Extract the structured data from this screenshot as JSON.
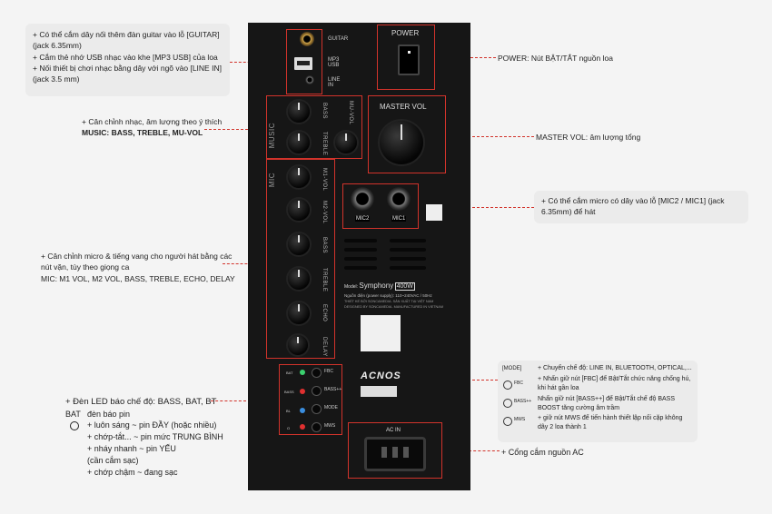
{
  "left": {
    "jacks": [
      "+ Có thể cắm dây nối thêm đàn guitar vào lỗ [GUITAR] (jack 6.35mm)",
      "+ Cắm thẻ nhớ USB nhạc vào khe [MP3 USB] của loa",
      "+ Nối thiết bị chơi nhạc bằng dây với ngõ vào [LINE IN] (jack 3.5 mm)"
    ],
    "music_line": "+ Cân chỉnh nhạc, âm lượng theo ý thích",
    "music_bold": "MUSIC: BASS, TREBLE, MU-VOL",
    "mic_lines": [
      "+ Cân chỉnh micro & tiếng vang cho người hát bằng các",
      "nút vặn, tùy theo giọng ca",
      "MIC: M1 VOL, M2 VOL, BASS, TREBLE, ECHO, DELAY"
    ],
    "led_title": "+ Đèn LED báo chế độ: BASS, BAT, BT",
    "bat_label": "BAT",
    "bat_sub": "đèn báo pin",
    "bat_items": [
      "+ luôn sáng ~ pin ĐẦY (hoặc nhiều)",
      "+ chớp-tắt... ~ pin mức TRUNG BÌNH",
      "+ nháy nhanh ~ pin YẾU",
      "(cần cắm sạc)",
      "+ chớp chậm ~ đang sạc"
    ]
  },
  "right": {
    "power": "POWER: Nút BẬT/TẮT nguồn loa",
    "master": "MASTER VOL: âm lượng tổng",
    "mic_jack": "+ Có thể cắm micro có dây vào lỗ [MIC2 / MIC1] (jack 6.35mm) để hát",
    "mode_tag": "[MODE]",
    "mode_lines": [
      "+ Chuyển chế độ: LINE IN, BLUETOOTH, OPTICAL,...",
      "+ Nhấn giữ nút [FBC] để Bật/Tắt chức năng chống hú, khi hát gần loa",
      "Nhấn giữ nút [BASS++] để Bật/Tắt chế độ BASS BOOST tăng cường âm trầm",
      "+ giữ nút MWS để tiến hành thiết lập nối cặp không dây 2 loa thành 1"
    ],
    "mode_icons": [
      "FBC",
      "BASS++",
      "MWS"
    ],
    "ac": "+ Cổng cắm nguồn AC"
  },
  "panel": {
    "guitar": "GUITAR",
    "mp3": "MP3 USB",
    "line_in": "LINE IN",
    "power": "POWER",
    "master_vol": "MASTER VOL",
    "music": "MUSIC",
    "mic": "MIC",
    "music_knobs": [
      "BASS",
      "TREBLE",
      "MU-VOL"
    ],
    "mic_knobs": [
      "M1-VOL",
      "M2-VOL",
      "BASS",
      "TREBLE",
      "ECHO",
      "DELAY"
    ],
    "mic2": "MIC2",
    "mic1": "MIC1",
    "model_prefix": "Model:",
    "model": "Symphony",
    "watt": "400W",
    "spec": "Nguồn điện (power supply): 110~240VAC / 50Hz",
    "made": "THIẾT KẾ BỞI SONCAMEDIA. SẢN XUẤT TẠI VIỆT NAM",
    "designed": "DESIGNED BY SONCAMEDIA. MANUFACTURED IN VIETNAM",
    "brand": "ACNOS",
    "leds": [
      "BAT",
      "BASS",
      "BL",
      "O"
    ],
    "buttons": [
      "FBC",
      "BASS++",
      "MODE",
      "MWS"
    ],
    "ac_in": "AC IN"
  },
  "colors": {
    "accent": "#d2332b",
    "panel": "#161616"
  }
}
